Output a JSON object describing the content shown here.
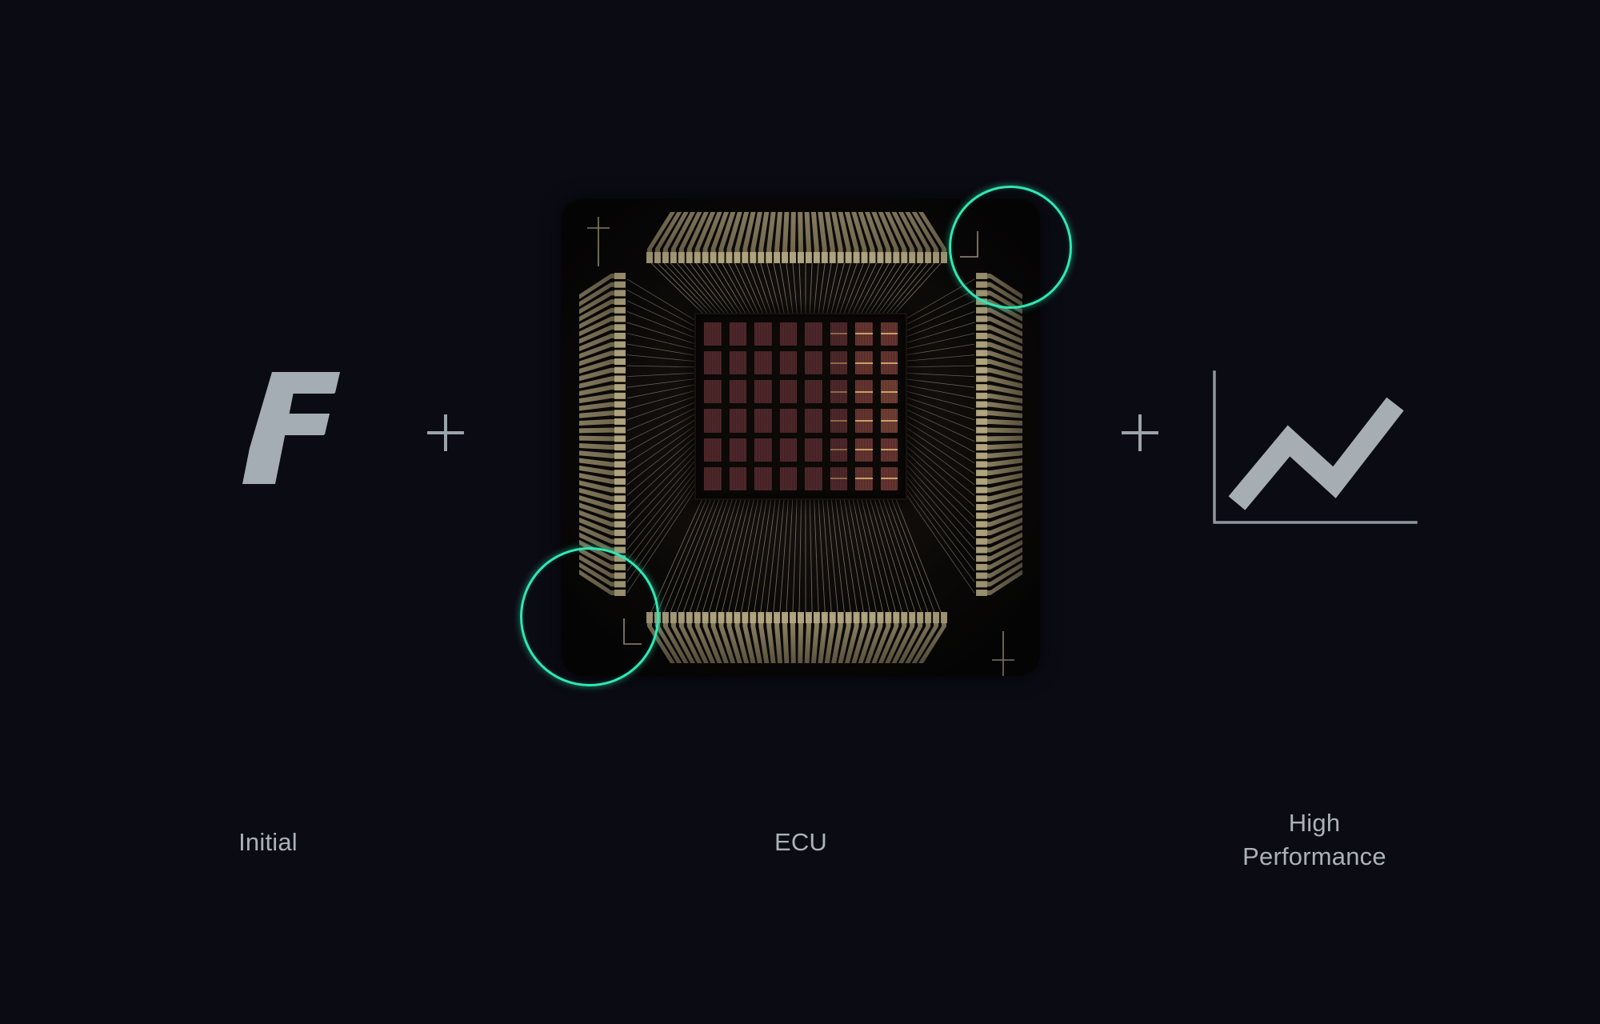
{
  "background_color": "#0b0b14",
  "accent_color": "#2fe8b4",
  "text_color": "#aab1b8",
  "formula": {
    "operator_1": "+",
    "operator_2": "+",
    "terms": [
      {
        "id": "initial",
        "icon": "letter-f-logo",
        "caption": "Initial"
      },
      {
        "id": "ecu",
        "icon": "microchip-die-photo",
        "caption": "ECU"
      },
      {
        "id": "high-performance",
        "icon": "line-chart-up-icon",
        "caption": "High\nPerformance"
      }
    ]
  },
  "logo": {
    "letter": "F",
    "style": "italic-sans-serif",
    "color": "#a3adb3"
  },
  "chip": {
    "name": "ECU microchip die",
    "package_color": "#120e0c",
    "lead_color": "#8c8163",
    "die_cell_color": "#4a2225",
    "die_grid_columns": 8,
    "die_grid_rows": 6,
    "highlights": [
      {
        "id": "ring-top-right",
        "name": "highlight-circle-top-right",
        "color": "#2fe8b4"
      },
      {
        "id": "ring-bottom-left",
        "name": "highlight-circle-bottom-left",
        "color": "#2fe8b4"
      }
    ]
  },
  "chart_icon": {
    "name": "performance-trend-chart",
    "axis_color": "#8e979d",
    "line_color": "#a6aeb3",
    "trend": "up"
  }
}
